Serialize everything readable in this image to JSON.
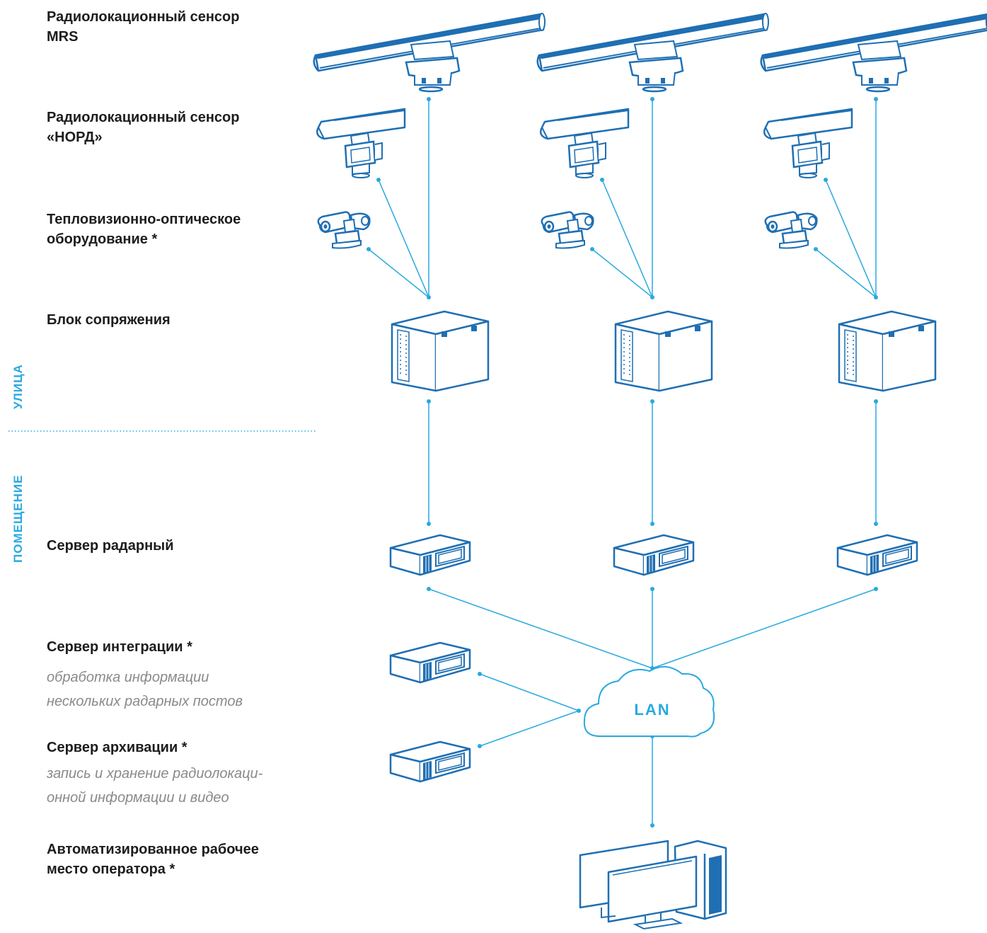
{
  "labels": {
    "mrs": "Радиолокационный сенсор\nMRS",
    "nord": "Радиолокационный сенсор\n«НОРД»",
    "thermal": "Тепловизионно-оптическое\nоборудование *",
    "interface": "Блок сопряжения",
    "radar_server": "Сервер радарный",
    "integration_server": "Сервер интеграции *",
    "integration_note": "обработка информации\nнескольких радарных постов",
    "archive_server": "Сервер архивации *",
    "archive_note": "запись и хранение радиолокаци-\nонной информации и видео",
    "workstation": "Автоматизированное рабочее\nместо оператора *"
  },
  "zones": {
    "outdoor": "УЛИЦА",
    "indoor": "ПОМЕЩЕНИЕ"
  },
  "network": {
    "lan": "LAN"
  },
  "colors": {
    "accent": "#29a9e0",
    "equipment": "#1f6fb3",
    "text": "#1d1d1f",
    "note": "#8a8a8a"
  },
  "icons": [
    "radar-mrs-icon",
    "radar-nord-icon",
    "thermal-camera-icon",
    "interface-box-icon",
    "rack-server-icon",
    "cloud-icon",
    "workstation-icon"
  ]
}
